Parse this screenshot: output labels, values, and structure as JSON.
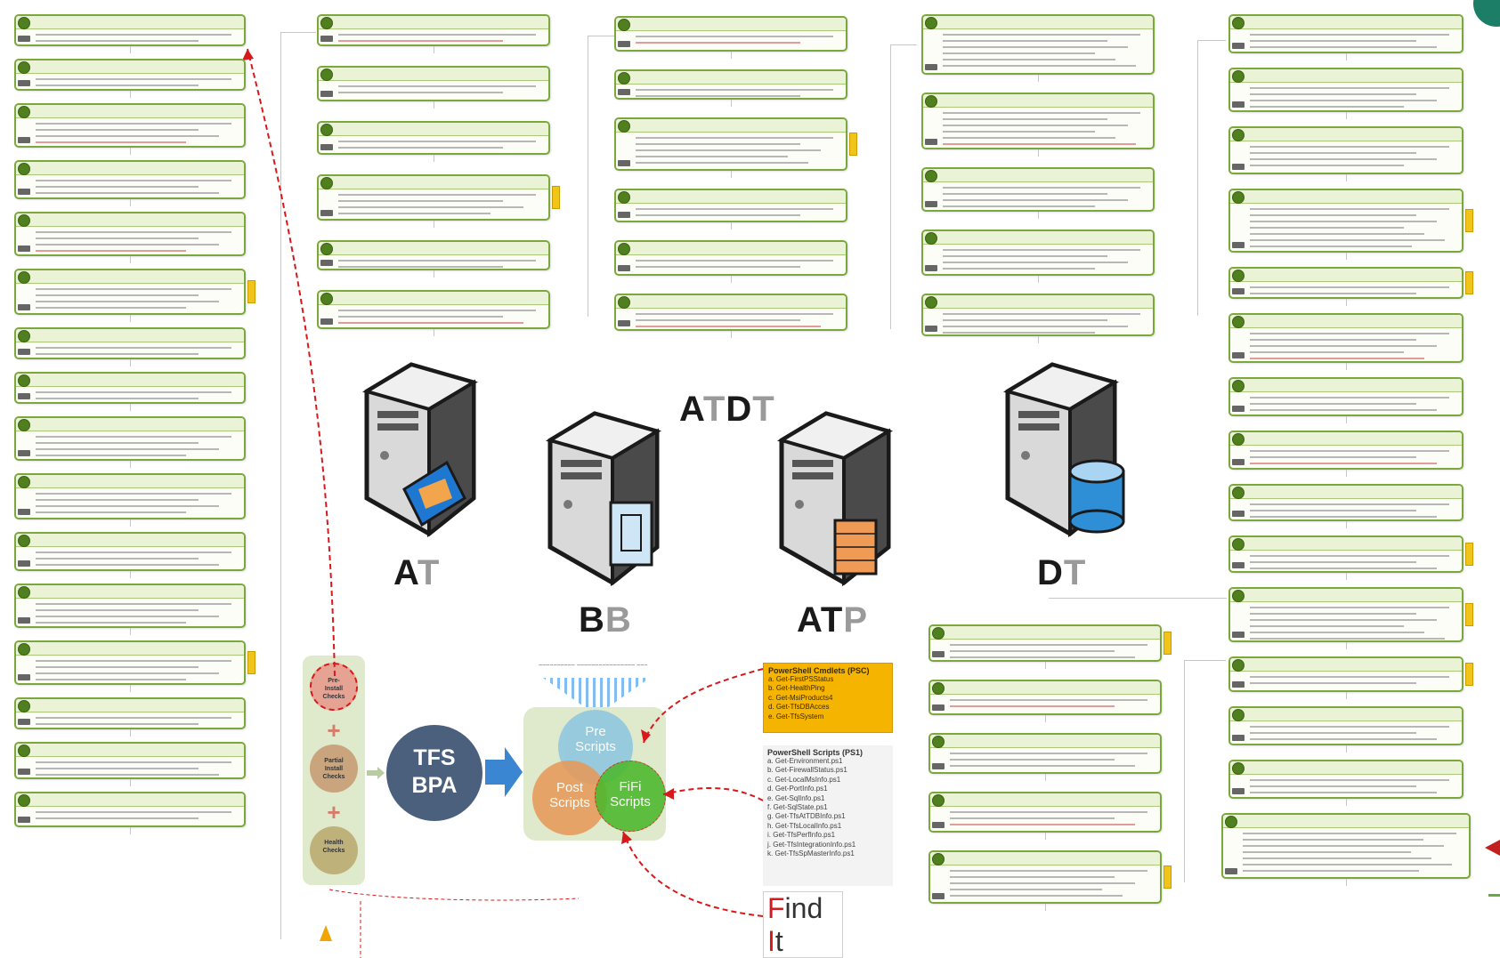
{
  "diagram": {
    "title_prefix": "A",
    "title_highlight": "T",
    "title_middle": "D",
    "title_suffix": "T"
  },
  "servers": [
    {
      "label_dark": "A",
      "label_light": "T"
    },
    {
      "label_dark": "B",
      "label_light": "B"
    },
    {
      "label_dark": "AT",
      "label_light": "P"
    },
    {
      "label_dark": "D",
      "label_light": "T"
    }
  ],
  "tfs_bpa": {
    "line1": "TFS",
    "line2": "BPA"
  },
  "scripts": {
    "pre": {
      "line1": "Pre",
      "line2": "Scripts"
    },
    "post": {
      "line1": "Post",
      "line2": "Scripts"
    },
    "fifi": {
      "line1": "FiFi",
      "line2": "Scripts"
    }
  },
  "powershell_cmdlets": {
    "title": "PowerShell Cmdlets (PSC)",
    "items": [
      "a. Get-FirstPSStatus",
      "b. Get-HealthPing",
      "c. Get-MsiProducts4",
      "d. Get-TfsDBAcces",
      "e. Get-TfsSystem"
    ]
  },
  "powershell_scripts": {
    "title": "PowerShell Scripts (PS1)",
    "items": [
      "a. Get-Environment.ps1",
      "b. Get-FirewallStatus.ps1",
      "c. Get-LocalMsInfo.ps1",
      "d. Get-PortInfo.ps1",
      "e. Get-SqlInfo.ps1",
      "f. Get-SqlState.ps1",
      "g. Get-TfsAtTDBInfo.ps1",
      "h. Get-TfsLocalInfo.ps1",
      "i. Get-TfsPerfInfo.ps1",
      "j. Get-TfsIntegrationInfo.ps1",
      "k. Get-TfsSpMasterInfo.ps1"
    ]
  },
  "find_it": {
    "line1_first": "F",
    "line1_rest": "ind",
    "line2_first": "I",
    "line2_rest": "t"
  },
  "check_circles": [
    {
      "line1": "Pre-",
      "line2": "Install",
      "line3": "Checks"
    },
    {
      "line1": "Partial",
      "line2": "Install",
      "line3": "Checks"
    },
    {
      "line1": "Health",
      "line2": "Checks",
      "line3": ""
    }
  ],
  "colors": {
    "card_border": "#7ba83c",
    "number_badge": "#4f7f1f",
    "tfs_circle": "#4a607c",
    "pre_scripts": "#8fc6e0",
    "post_scripts": "#e79a5b",
    "fifi_scripts": "#4bb82c",
    "psc_box": "#f5b400",
    "dashed_arrow": "#d7191c"
  }
}
